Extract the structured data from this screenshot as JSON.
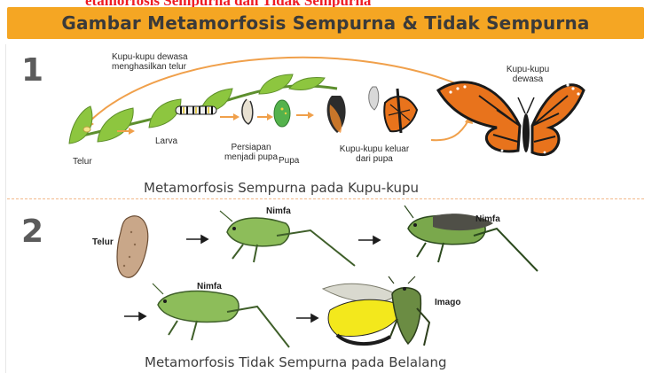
{
  "top_caption": "etamorfosis Sempurna dan Tidak Sempurna",
  "banner_title": "Gambar Metamorfosis Sempurna & Tidak Sempurna",
  "section1": {
    "number": "1",
    "caption": "Metamorfosis  Sempurna pada Kupu-kupu",
    "cycle_note": "Kupu-kupu dewasa menghasilkan telur",
    "stages": {
      "telur": "Telur",
      "larva": "Larva",
      "persiapan": "Persiapan menjadi pupa",
      "pupa": "Pupa",
      "keluar": "Kupu-kupu keluar dari pupa",
      "dewasa": "Kupu-kupu dewasa"
    }
  },
  "section2": {
    "number": "2",
    "caption": "Metamorfosis Tidak Sempurna pada Belalang",
    "stages": {
      "telur": "Telur",
      "nimfa1": "Nimfa",
      "nimfa2": "Nimfa",
      "nimfa3": "Nimfa",
      "imago": "Imago"
    }
  },
  "colors": {
    "banner": "#f5a623",
    "top_caption": "#ee1c24",
    "cycle_arrow": "#f0a04b",
    "leaf": "#8dc63f",
    "butterfly": "#e8731c",
    "grasshopper": "#7fae4a"
  }
}
